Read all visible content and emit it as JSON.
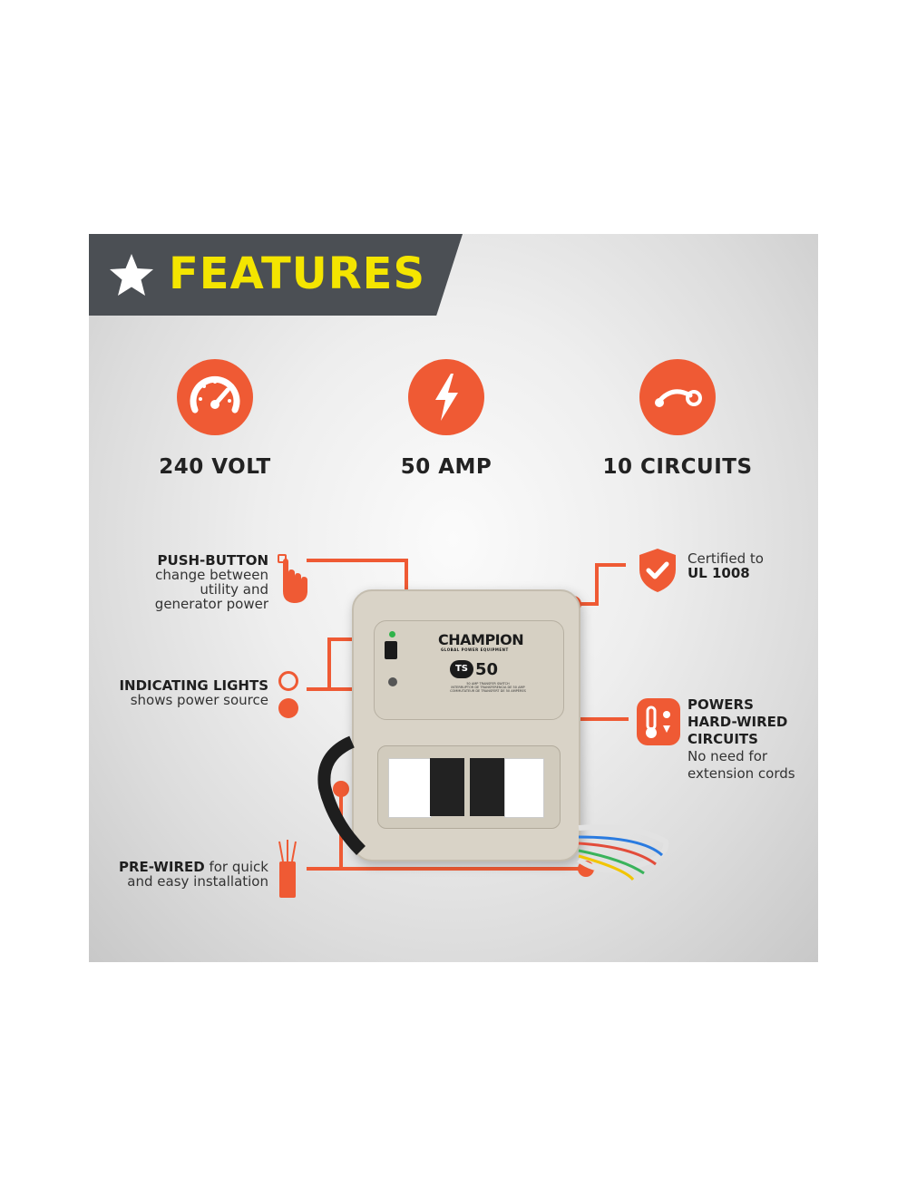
{
  "banner": {
    "title": "FEATURES",
    "icon": "star-icon",
    "background": "#4b4f54",
    "title_color": "#f4e500"
  },
  "accent_color": "#ef5a34",
  "specs": [
    {
      "label": "240 VOLT",
      "icon": "speedometer-icon"
    },
    {
      "label": "50 AMP",
      "icon": "lightning-bolt-icon"
    },
    {
      "label": "10 CIRCUITS",
      "icon": "circuit-switch-icon"
    }
  ],
  "callouts": {
    "push_button": {
      "title": "PUSH-BUTTON",
      "lines": [
        "change between",
        "utility and",
        "generator power"
      ],
      "icon": "hand-press-icon"
    },
    "indicating_lights": {
      "title": "INDICATING LIGHTS",
      "line": "shows power source",
      "icon": "light-indicator-icon"
    },
    "pre_wired": {
      "title": "PRE-WIRED",
      "rest": "for quick",
      "line2": "and easy installation",
      "icon": "wire-bundle-icon"
    },
    "certified": {
      "line1": "Certified to",
      "line2": "UL 1008",
      "icon": "shield-check-icon"
    },
    "powers": {
      "lines_bold": [
        "POWERS",
        "HARD-WIRED",
        "CIRCUITS"
      ],
      "lines": [
        "No need for",
        "extension cords"
      ],
      "icon": "thermometer-icon"
    }
  },
  "product": {
    "brand": "CHAMPION",
    "brand_sub": "GLOBAL POWER EQUIPMENT",
    "model_prefix": "TS",
    "model_number": "50",
    "description": [
      "50 AMP TRANSFER SWITCH",
      "INTERRUPTOR DE TRANSFERENCIA DE 50 AMP",
      "COMMUTATEUR DE TRANSFERT DE 50 AMPÈRES"
    ]
  }
}
